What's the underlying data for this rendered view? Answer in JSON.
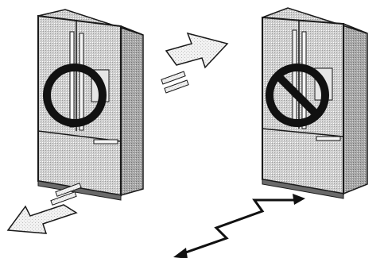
{
  "figure": {
    "description_panels": [
      {
        "id": "correct",
        "symbol": "ok-circle",
        "arrows": [
          "move-out-up-right",
          "move-out-down-left"
        ]
      },
      {
        "id": "incorrect",
        "symbol": "prohibited-circle",
        "arrows": [
          "zigzag-shake"
        ]
      }
    ],
    "colors": {
      "cabinet_light": "#d6d6d6",
      "cabinet_mid": "#b4b4b4",
      "cabinet_dark": "#8c8c8c",
      "outline": "#1a1a1a",
      "symbol": "#111111",
      "arrow_fill": "#e8e8e8"
    }
  }
}
